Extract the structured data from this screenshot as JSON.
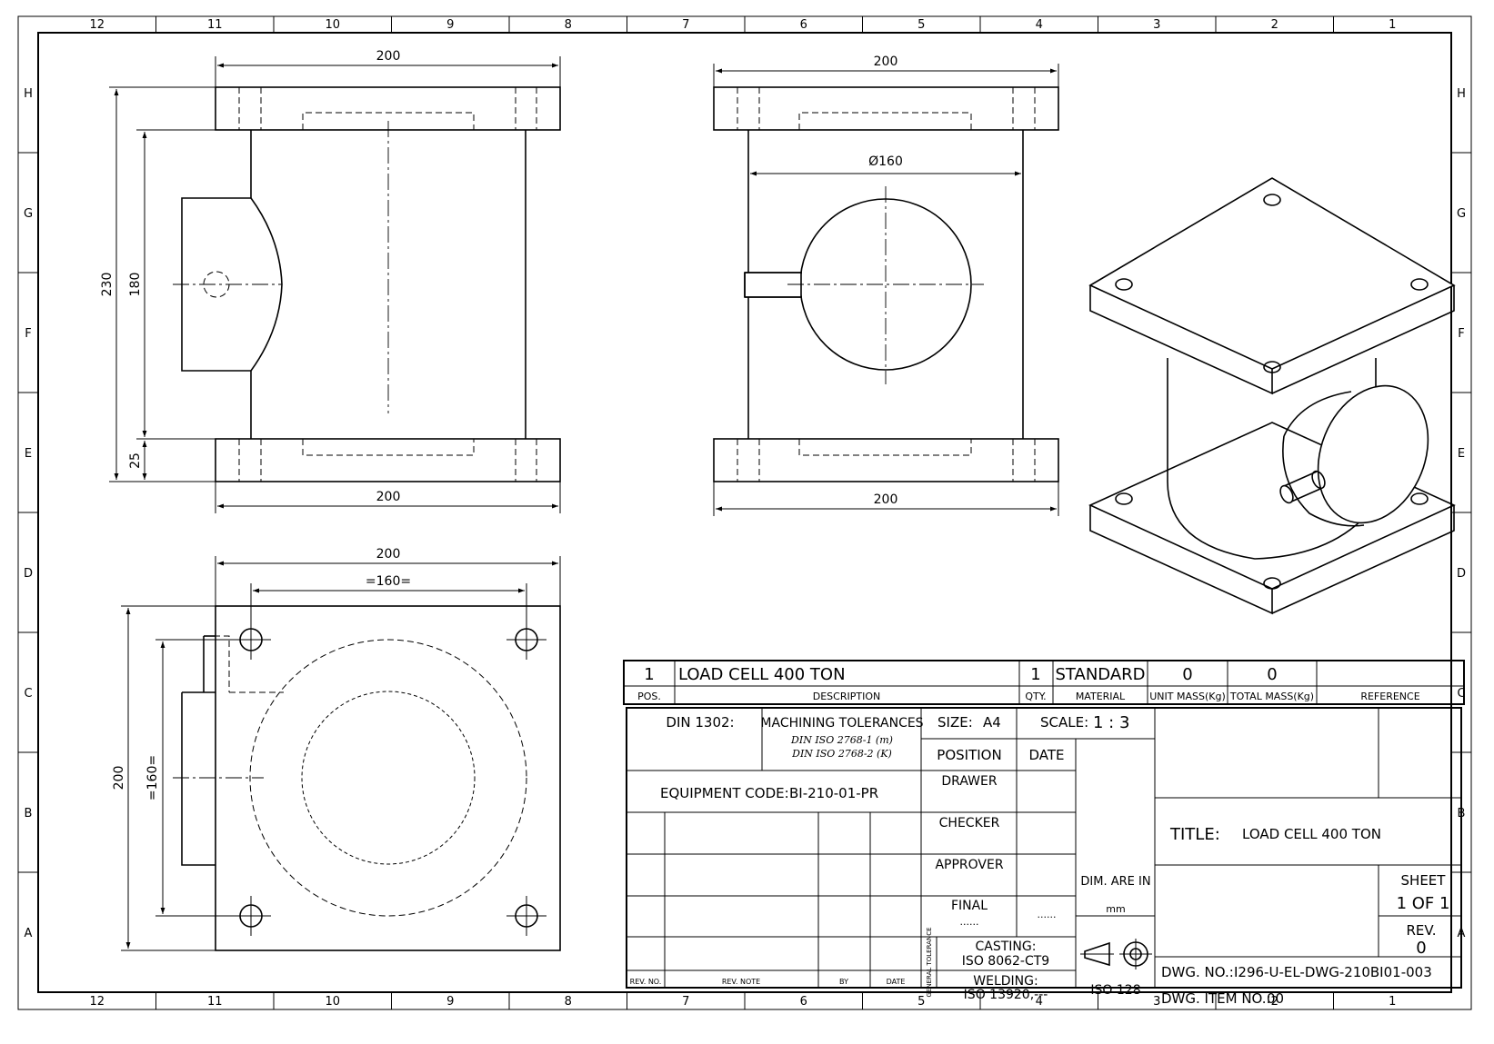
{
  "frame": {
    "columns": [
      "12",
      "11",
      "10",
      "9",
      "8",
      "7",
      "6",
      "5",
      "4",
      "3",
      "2",
      "1"
    ],
    "rows": [
      "H",
      "G",
      "F",
      "E",
      "D",
      "C",
      "B",
      "A"
    ]
  },
  "dimensions": {
    "front_top_width": "200",
    "front_bottom_width": "200",
    "front_overall_height": "230",
    "front_body_height": "180",
    "front_plate_thickness": "25",
    "side_top_width": "200",
    "side_diameter": "Ø160",
    "side_bottom_width": "200",
    "plan_width": "200",
    "plan_hole_spacing_x": "=160=",
    "plan_height": "200",
    "plan_hole_spacing_y": "=160="
  },
  "parts_list": {
    "row": {
      "pos": "1",
      "description": "LOAD CELL 400 TON",
      "qty": "1",
      "material": "STANDARD",
      "unit_mass": "0",
      "total_mass": "0",
      "reference": ""
    },
    "headers": {
      "pos": "POS.",
      "description": "DESCRIPTION",
      "qty": "QTY.",
      "material": "MATERIAL",
      "unit_mass": "UNIT MASS(Kg)",
      "total_mass": "TOTAL MASS(Kg)",
      "reference": "REFERENCE"
    }
  },
  "title_block": {
    "din": "DIN 1302:",
    "machining_tolerances": "MACHINING TOLERANCES",
    "tol_1": "DIN ISO 2768-1 (m)",
    "tol_2": "DIN ISO 2768-2 (K)",
    "size_label": "SIZE:",
    "size_value": "A4",
    "scale_label": "SCALE:",
    "scale_value": "1 : 3",
    "position": "POSITION",
    "date": "DATE",
    "equipment_code_label": "EQUIPMENT CODE:",
    "equipment_code": "BI-210-01-PR",
    "drawer": "DRAWER",
    "checker": "CHECKER",
    "approver": "APPROVER",
    "final": "FINAL",
    "final_dots": "......",
    "final_date_dots": "......",
    "title_label": "TITLE:",
    "title": "LOAD CELL 400 TON",
    "dim_are_in": "DIM. ARE IN",
    "dim_unit": "mm",
    "sheet_label": "SHEET",
    "sheet_value": "1 OF 1",
    "rev_label": "REV.",
    "rev_value": "0",
    "general_tolerance": "GENERAL TOLERANCE",
    "casting_label": "CASTING:",
    "casting": "ISO 8062-CT9",
    "welding_label": "WELDING:",
    "welding": "ISO 13920,---",
    "projection_standard": "ISO 128",
    "dwg_no_label": "DWG. NO.:",
    "dwg_no": "I296-U-EL-DWG-210BI01-003",
    "dwg_item_label": "DWG. ITEM NO.:",
    "dwg_item": "00",
    "rev_no": "REV. NO.",
    "rev_note": "REV. NOTE",
    "by": "BY",
    "rev_date": "DATE"
  }
}
